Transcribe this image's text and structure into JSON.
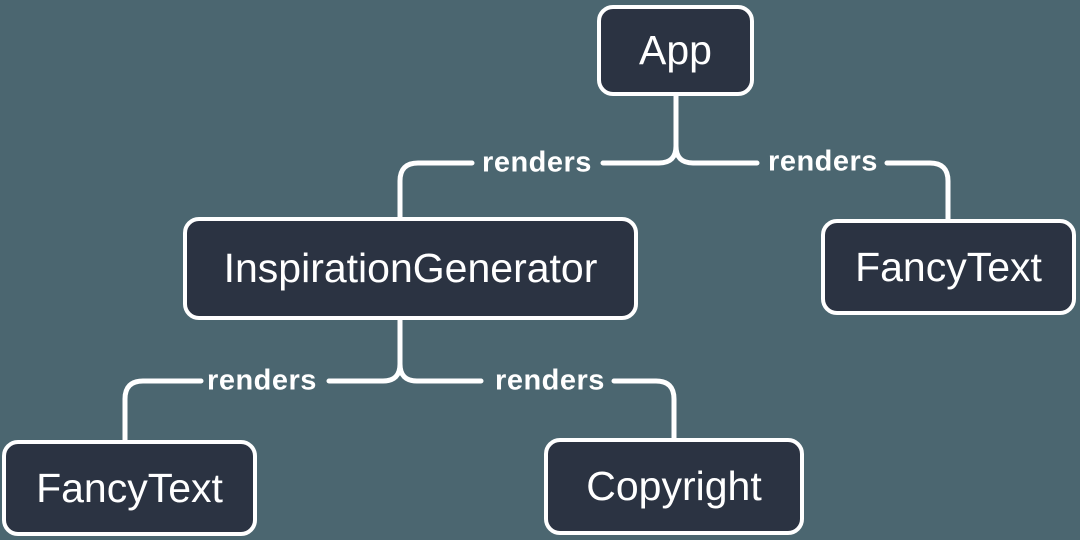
{
  "diagram": {
    "colors": {
      "background": "#4B6670",
      "node-fill": "#2B3342",
      "node-border": "#FFFFFF",
      "line": "#FFFFFF",
      "label-text": "#FFFFFF"
    },
    "nodes": [
      {
        "id": "app",
        "label": "App"
      },
      {
        "id": "inspiration-generator",
        "label": "InspirationGenerator"
      },
      {
        "id": "fancy-text-right",
        "label": "FancyText"
      },
      {
        "id": "fancy-text-left",
        "label": "FancyText"
      },
      {
        "id": "copyright",
        "label": "Copyright"
      }
    ],
    "edges": [
      {
        "from": "App",
        "to": "InspirationGenerator",
        "label": "renders"
      },
      {
        "from": "App",
        "to": "FancyText",
        "label": "renders"
      },
      {
        "from": "InspirationGenerator",
        "to": "FancyText",
        "label": "renders"
      },
      {
        "from": "InspirationGenerator",
        "to": "Copyright",
        "label": "renders"
      }
    ]
  }
}
